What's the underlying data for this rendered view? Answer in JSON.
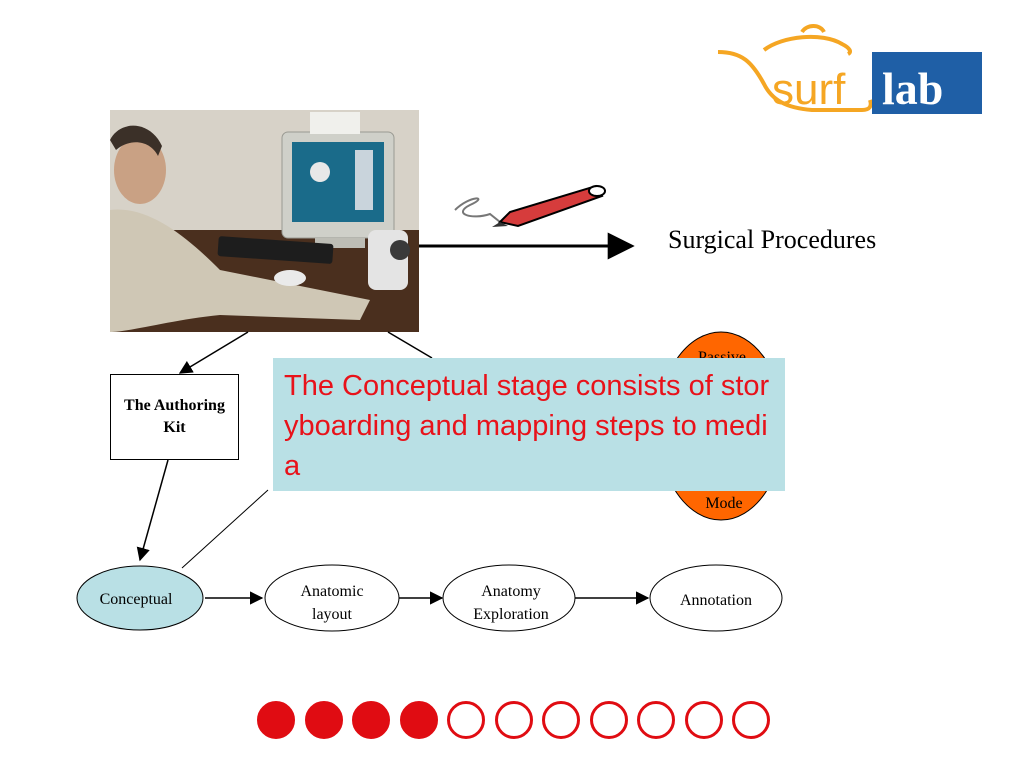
{
  "logo": {
    "part1": "surf",
    "part2": "lab"
  },
  "surgical_label": "Surgical Procedures",
  "authoring_kit_label": "The Authoring Kit",
  "passive_mode": {
    "top_text": "Passive",
    "bottom_text": "Mode"
  },
  "callout_text": "The Conceptual stage consists of storyboarding and mapping steps to media",
  "stages": [
    {
      "line1": "Conceptual",
      "line2": ""
    },
    {
      "line1": "Anatomic",
      "line2": "layout"
    },
    {
      "line1": "Anatomy",
      "line2": "Exploration"
    },
    {
      "line1": "Annotation",
      "line2": ""
    }
  ],
  "progress": {
    "filled": 4,
    "total": 11
  },
  "colors": {
    "conceptual_fill": "#b9e0e5",
    "passive_mode_fill": "#ff6600",
    "callout_bg": "#b9e0e5",
    "callout_text": "#e8121a",
    "dot_red": "#e00c12",
    "logo_orange": "#f5a623",
    "logo_blue": "#1f5fa6"
  }
}
